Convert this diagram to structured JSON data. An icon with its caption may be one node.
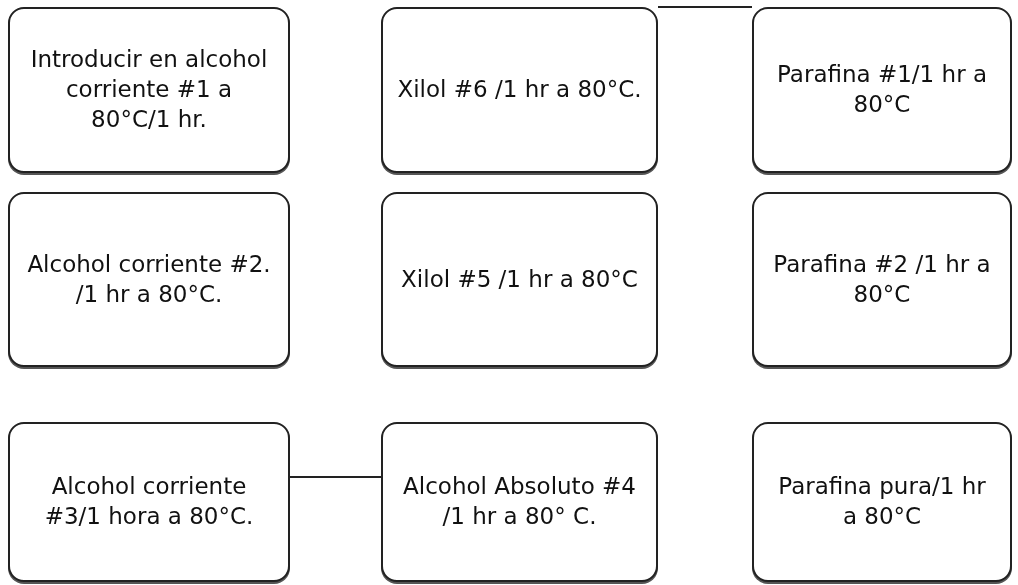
{
  "diagram": {
    "nodes": [
      {
        "text": [
          "Introducir en alcohol corriente #1 a 80°C/1 hr."
        ]
      },
      {
        "text": [
          "Xilol #6 /1 hr a 80°C."
        ]
      },
      {
        "text": [
          "Parafina #1/1 hr a 80°C"
        ]
      },
      {
        "text": [
          "Alcohol corriente #2. /1 hr a 80°C."
        ]
      },
      {
        "text": [
          "Xilol #5 /1 hr a 80°C"
        ]
      },
      {
        "text": [
          "Parafina #2 /1 hr a 80°C"
        ]
      },
      {
        "text": [
          "Alcohol corriente #3/1 hora a 80°C."
        ]
      },
      {
        "text": [
          "Alcohol Absoluto #4 /1 hr a 80° C."
        ]
      },
      {
        "text": [
          "Parafina pura/1 hr a 80°C"
        ]
      }
    ],
    "edges": [
      {
        "from": 1,
        "to": 2,
        "arrow": "none"
      },
      {
        "from": 6,
        "to": 7,
        "arrow": "none"
      }
    ]
  }
}
